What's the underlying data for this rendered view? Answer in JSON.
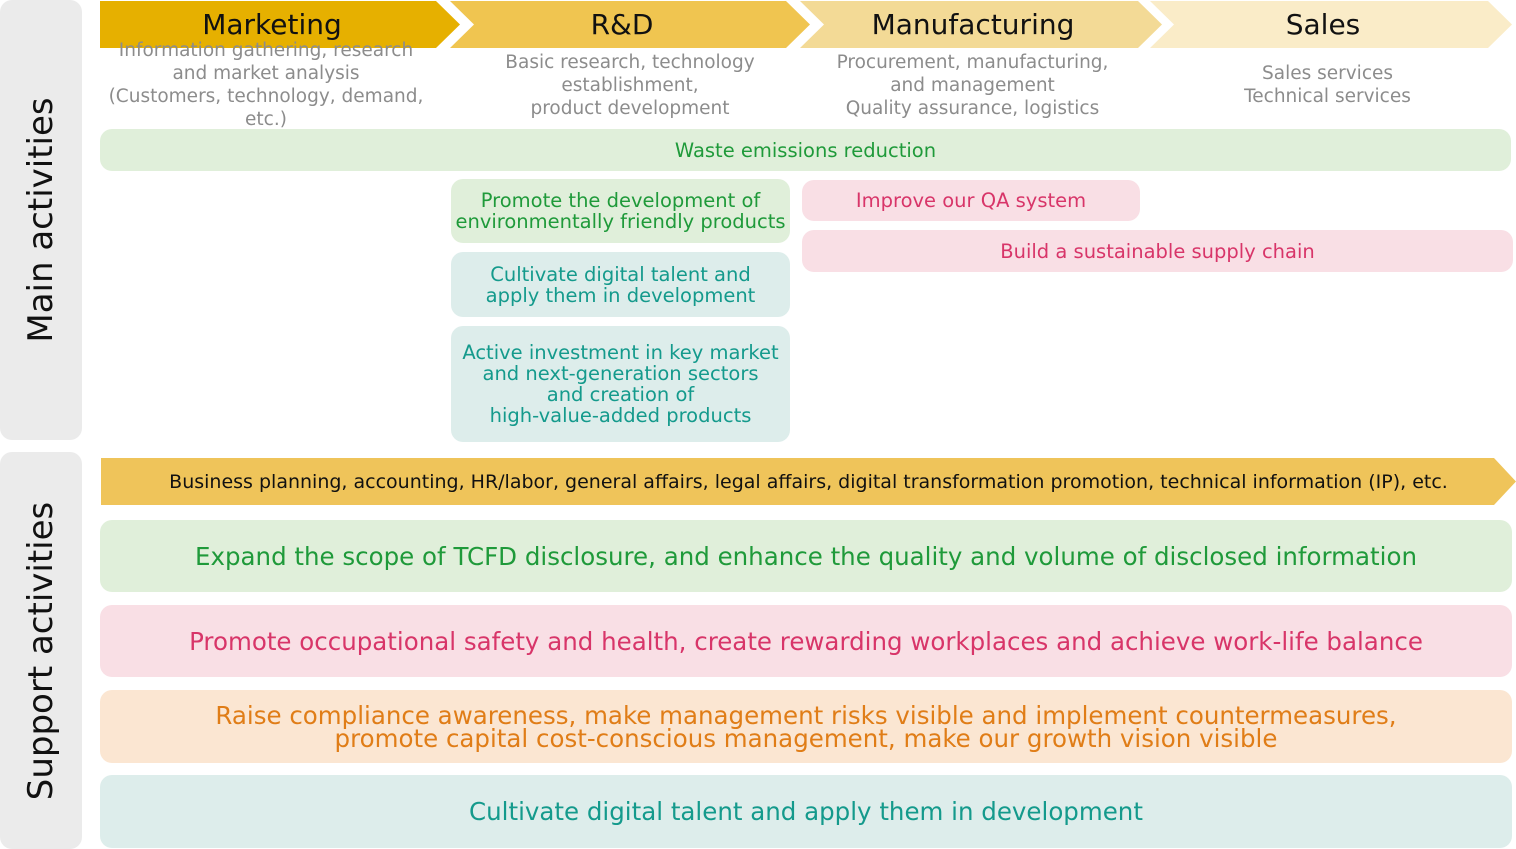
{
  "side_labels": {
    "main": "Main activities",
    "support": "Support activities"
  },
  "stages": [
    {
      "label": "Marketing",
      "color": "#e6b000",
      "description": "Information gathering, research\nand market analysis\n(Customers, technology, demand, etc.)"
    },
    {
      "label": "R&D",
      "color": "#f0c550",
      "description": "Basic research, technology\nestablishment,\nproduct development"
    },
    {
      "label": "Manufacturing",
      "color": "#f3da96",
      "description": "Procurement, manufacturing,\nand management\nQuality assurance, logistics"
    },
    {
      "label": "Sales",
      "color": "#faecc8",
      "description": "Sales services\nTechnical services"
    }
  ],
  "main_initiatives": {
    "waste": "Waste emissions reduction",
    "eco_products": "Promote the development of\nenvironmentally friendly products",
    "digital_rd": "Cultivate digital talent and\napply them in development",
    "investment": "Active investment in key market\nand next-generation sectors\nand creation of\nhigh-value-added products",
    "qa": "Improve our QA system",
    "supply_chain": "Build a sustainable supply chain"
  },
  "support_bar": "Business planning, accounting, HR/labor, general affairs, legal affairs, digital transformation promotion, technical information (IP), etc.",
  "support_initiatives": {
    "tcfd": "Expand the scope of TCFD disclosure, and enhance the quality and volume of disclosed information",
    "safety": "Promote occupational safety and health, create rewarding workplaces and achieve work-life balance",
    "compliance": "Raise compliance awareness, make management risks visible and implement countermeasures,\npromote capital cost-conscious management, make our growth vision visible",
    "digital": "Cultivate digital talent and apply them in development"
  },
  "colors": {
    "green_text": "#1f9a3a",
    "green_bg": "#e0efda",
    "pink_text": "#d83569",
    "pink_bg": "#f9dfe5",
    "teal_text": "#149a8c",
    "teal_bg": "#ddedeb",
    "orange_text": "#e07d17",
    "orange_bg": "#fbe6d2",
    "support_bar": "#efc45a"
  }
}
